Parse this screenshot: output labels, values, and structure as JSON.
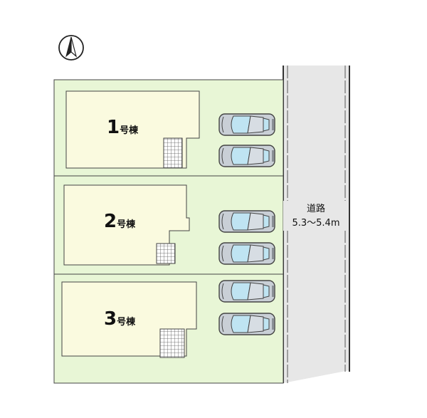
{
  "lots": [
    {
      "number": "1",
      "suffix": "号棟",
      "parking_spaces": 2
    },
    {
      "number": "2",
      "suffix": "号棟",
      "parking_spaces": 2
    },
    {
      "number": "3",
      "suffix": "号棟",
      "parking_spaces": 2
    }
  ],
  "road": {
    "name": "道路",
    "width": "5.3～5.4m"
  },
  "compass": {
    "icon": "north-arrow-icon"
  },
  "colors": {
    "lot_fill": "#e8f6d6",
    "building_fill": "#fafadf",
    "road_fill": "#e7e7e7",
    "outline": "#444444"
  }
}
